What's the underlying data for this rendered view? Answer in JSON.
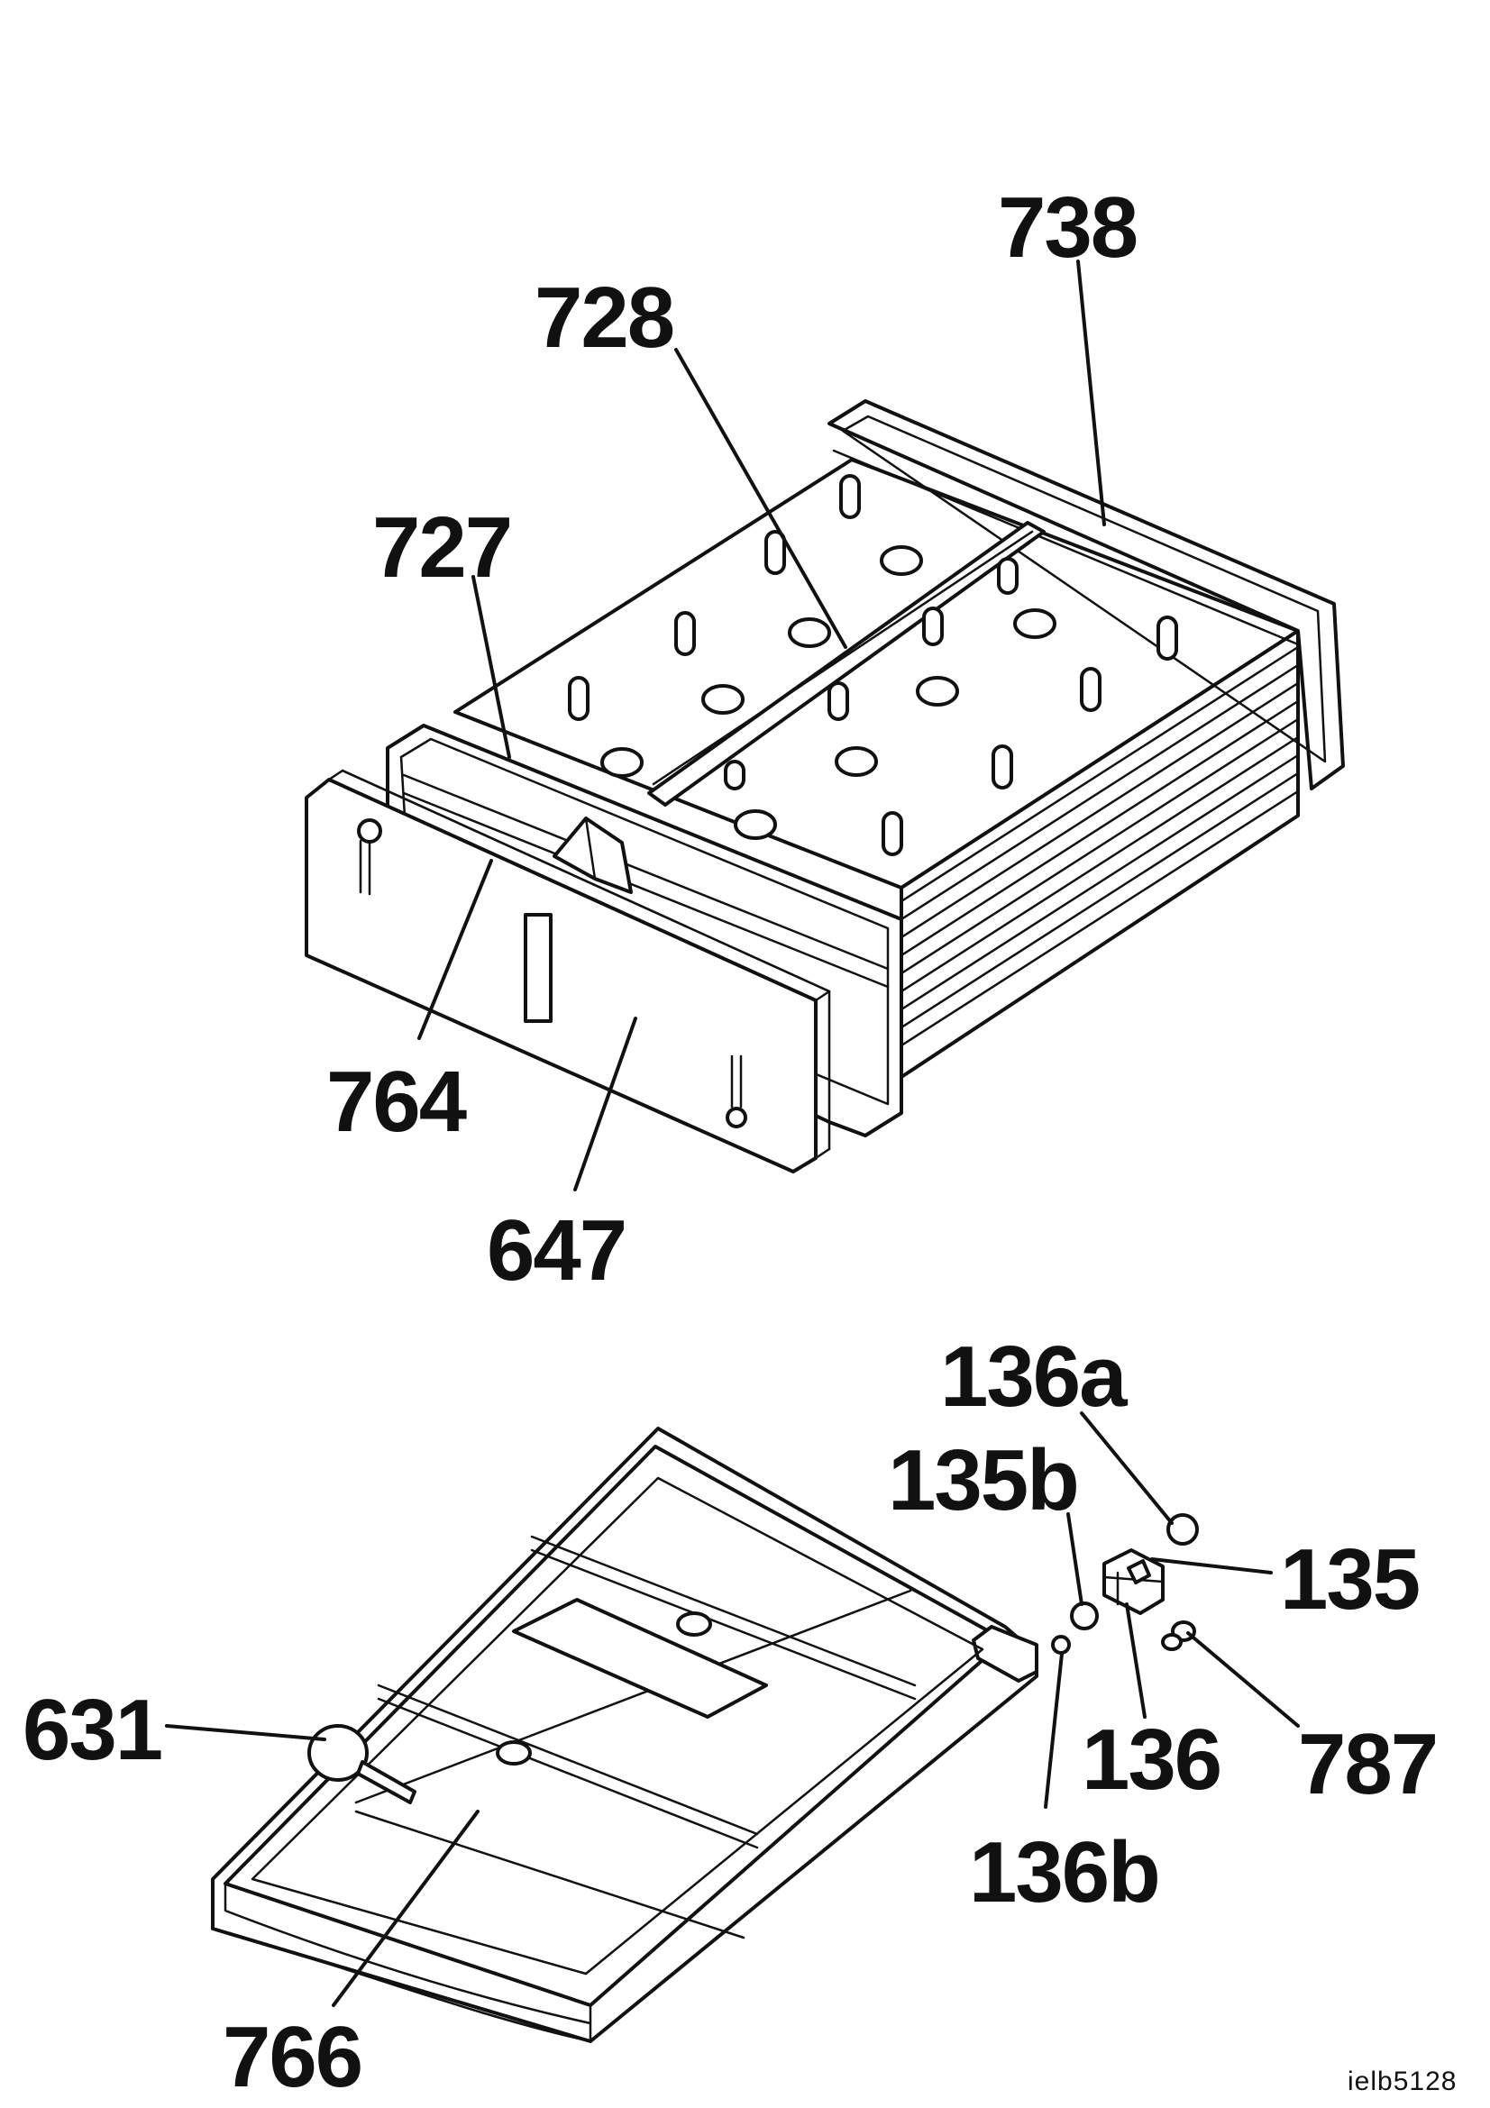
{
  "labels": {
    "l738": "738",
    "l728": "728",
    "l727": "727",
    "l764": "764",
    "l647": "647",
    "l136a": "136a",
    "l135b": "135b",
    "l135": "135",
    "l631": "631",
    "l136": "136",
    "l787": "787",
    "l136b": "136b",
    "l766": "766"
  },
  "reference_code": "ielb5128"
}
